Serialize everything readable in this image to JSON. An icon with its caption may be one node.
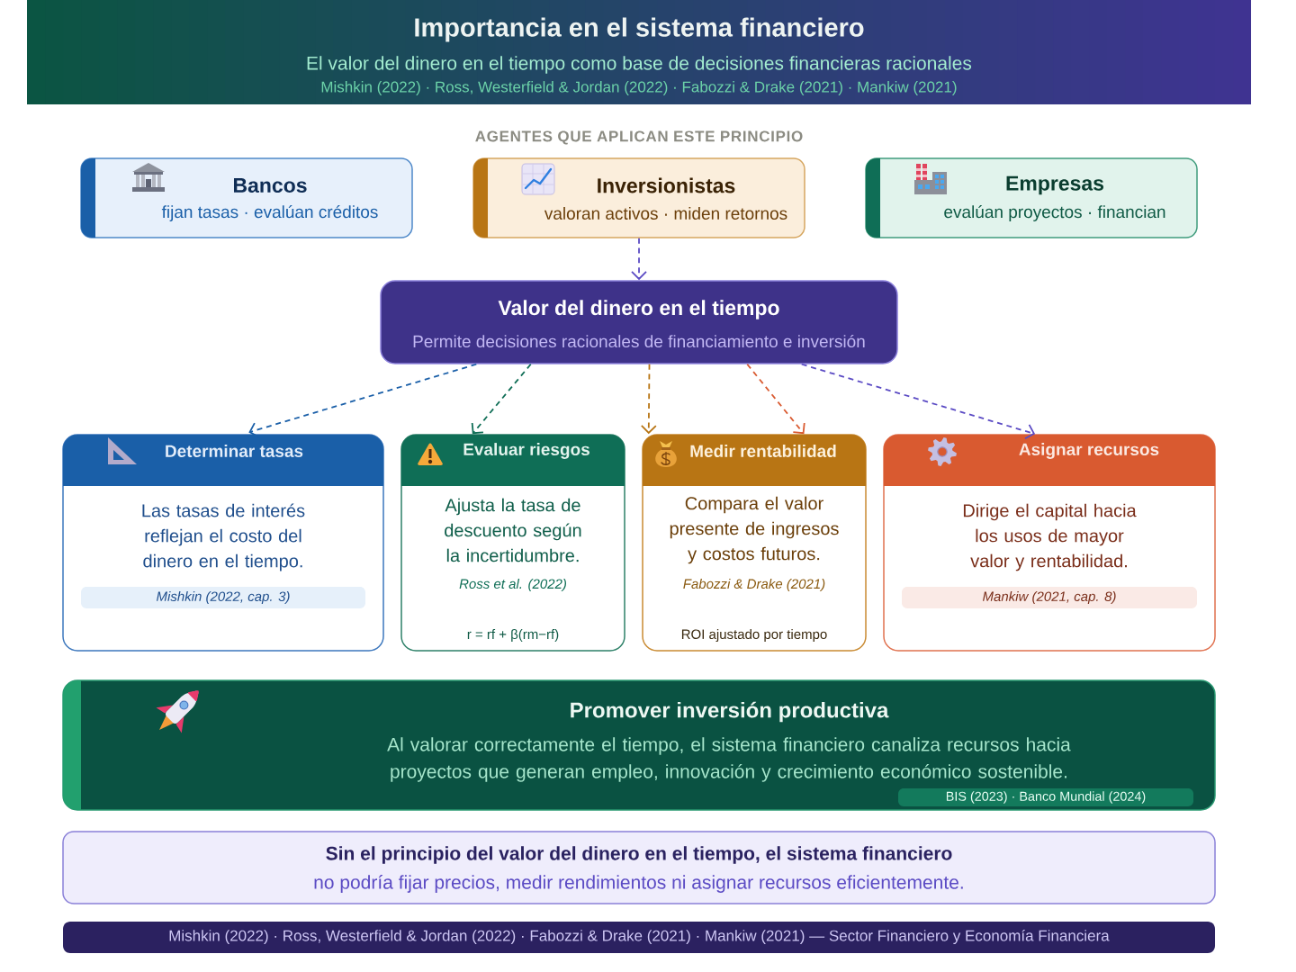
{
  "diagram": {
    "title": "Importancia en el sistema financiero",
    "nodes": [
      {
        "text": [
          "Bancos",
          "fijan tasas · evalúan créditos"
        ]
      },
      {
        "text": [
          "Inversionistas",
          "valoran activos · miden retornos"
        ]
      },
      {
        "text": [
          "Empresas",
          "evalúan proyectos · financian"
        ]
      },
      {
        "text": [
          "Valor del dinero en el tiempo",
          "Permite decisiones racionales de financiamiento e inversión"
        ]
      },
      {
        "text": [
          "Determinar tasas",
          "Las tasas de interés reflejan el costo del dinero en el tiempo.",
          "Mishkin (2022, cap. 3)"
        ]
      },
      {
        "text": [
          "Evaluar riesgos",
          "Ajusta la tasa de descuento según la incertidumbre.",
          "Ross et al. (2022)",
          "r = rf + β(rm−rf)"
        ]
      },
      {
        "text": [
          "Medir rentabilidad",
          "Compara el valor presente de ingresos y costos futuros.",
          "Fabozzi & Drake (2021)",
          "ROI ajustado por tiempo"
        ]
      },
      {
        "text": [
          "Asignar recursos",
          "Dirige el capital hacia los usos de mayor valor y rentabilidad.",
          "Mankiw (2021, cap. 8)"
        ]
      },
      {
        "text": [
          "Promover inversión productiva",
          "Al valorar correctamente el tiempo, el sistema financiero canaliza recursos hacia proyectos que generan empleo, innovación y crecimiento económico sostenible.",
          "BIS (2023) · Banco Mundial (2024)"
        ]
      },
      {
        "text": [
          "Sin el principio del valor del dinero en el tiempo, el sistema financiero",
          "no podría fijar precios, medir rendimientos ni asignar recursos eficientemente."
        ]
      },
      {
        "text": [
          "Mishkin (2022) · Ross, Westerfield & Jordan (2022) · Fabozzi & Drake (2021) · Mankiw (2021) — Sector Financiero y Economía Financiera"
        ]
      }
    ],
    "edges": [
      {
        "from": 1,
        "to": 3,
        "arrow": "to",
        "style": "dashed",
        "color": "#5b4bc4"
      },
      {
        "from": 3,
        "to": 4,
        "arrow": "to",
        "style": "dashed",
        "color": "#1a5fa8"
      },
      {
        "from": 3,
        "to": 5,
        "arrow": "to",
        "style": "dashed",
        "color": "#0f6e56"
      },
      {
        "from": 3,
        "to": 6,
        "arrow": "to",
        "style": "dashed",
        "color": "#b87514"
      },
      {
        "from": 3,
        "to": 6,
        "arrow": "to",
        "style": "dashed",
        "color": "#d95a30"
      },
      {
        "from": 3,
        "to": 7,
        "arrow": "to",
        "style": "dashed",
        "color": "#5b4bc4"
      }
    ],
    "labels": [
      "El valor del dinero en el tiempo como base de decisiones financieras racionales",
      "Mishkin (2022) · Ross, Westerfield & Jordan (2022) · Fabozzi & Drake (2021) · Mankiw (2021)",
      "AGENTES QUE APLICAN ESTE PRINCIPIO"
    ]
  }
}
